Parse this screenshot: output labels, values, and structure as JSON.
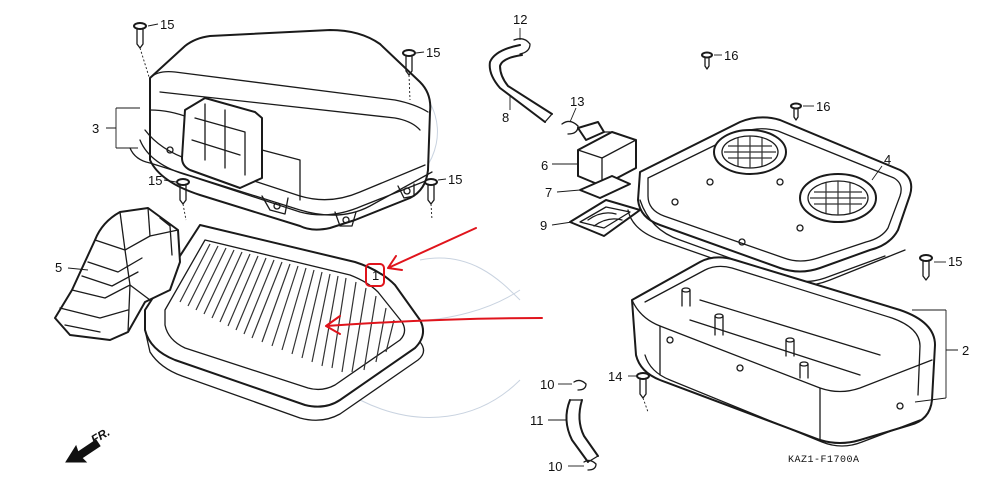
{
  "callouts": {
    "c1": "1",
    "c2": "2",
    "c3": "3",
    "c4": "4",
    "c5": "5",
    "c6": "6",
    "c7": "7",
    "c8": "8",
    "c9": "9",
    "c10a": "10",
    "c10b": "10",
    "c11": "11",
    "c12": "12",
    "c13": "13",
    "c14": "14",
    "c15a": "15",
    "c15b": "15",
    "c15c": "15",
    "c15d": "15",
    "c15e": "15",
    "c16a": "16",
    "c16b": "16"
  },
  "front_indicator": "FR.",
  "reference_code": "KAZ1-F1700A",
  "annotation_color": "#e0141c"
}
